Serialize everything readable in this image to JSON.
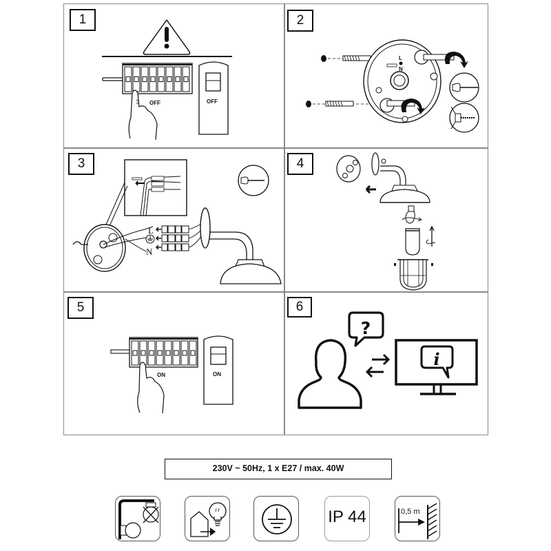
{
  "steps": [
    {
      "number": "1",
      "switch_state": "OFF",
      "breaker_state": "OFF",
      "icons": [
        "warning-triangle-icon",
        "circuit-breaker-icon",
        "hand-pointer-icon"
      ]
    },
    {
      "number": "2",
      "terminal_labels": [
        "L",
        "N"
      ],
      "icons": [
        "mounting-plate-icon",
        "wall-plug-icon",
        "screwdriver-icon",
        "drill-icon"
      ]
    },
    {
      "number": "3",
      "terminal_labels": [
        "L",
        "N"
      ],
      "icons": [
        "screwdriver-icon",
        "terminal-block-icon",
        "wall-lamp-icon",
        "earth-terminal-icon"
      ]
    },
    {
      "number": "4",
      "icons": [
        "wall-lamp-icon",
        "bulb-icon",
        "glass-cover-icon",
        "cage-guard-icon"
      ]
    },
    {
      "number": "5",
      "switch_state": "ON",
      "breaker_state": "ON",
      "icons": [
        "circuit-breaker-icon",
        "hand-pointer-icon"
      ]
    },
    {
      "number": "6",
      "icons": [
        "user-icon",
        "question-bubble-icon",
        "exchange-arrows-icon",
        "monitor-info-icon"
      ]
    }
  ],
  "spec": {
    "text": "230V ~ 50Hz, 1 x E27 / max. 40W"
  },
  "certification_icons": [
    {
      "name": "wall-mount-only-icon"
    },
    {
      "name": "outdoor-use-icon"
    },
    {
      "name": "protective-earth-icon"
    },
    {
      "name": "ip-rating-icon",
      "text": "IP 44"
    },
    {
      "name": "min-distance-icon",
      "text": "0,5 m"
    }
  ],
  "colors": {
    "line": "#111111",
    "grid": "#8a8a8a"
  }
}
